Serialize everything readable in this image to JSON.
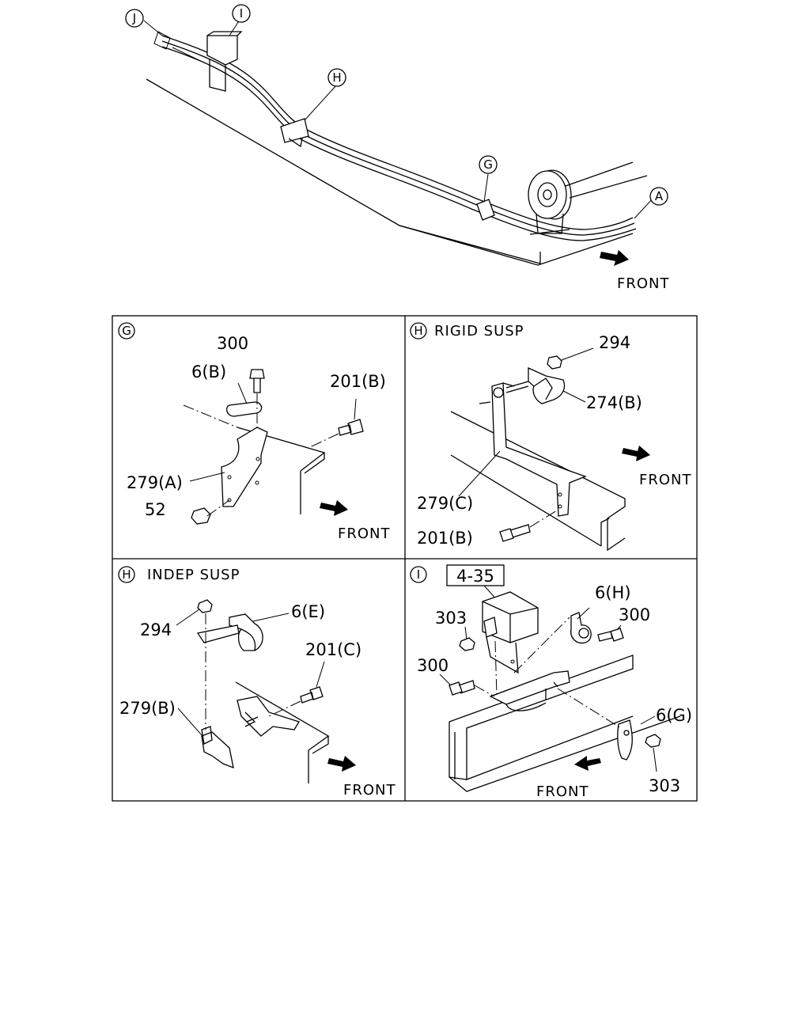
{
  "top_view": {
    "callouts": {
      "J": "J",
      "I": "I",
      "H": "H",
      "G": "G",
      "A": "A"
    },
    "front": "FRONT"
  },
  "panel_g": {
    "marker": "G",
    "title": "",
    "labels": {
      "p300": "300",
      "p6b": "6(B)",
      "p201b": "201(B)",
      "p279a": "279(A)",
      "p52": "52"
    },
    "front": "FRONT"
  },
  "panel_h_rigid": {
    "marker": "H",
    "title": "RIGID SUSP",
    "labels": {
      "p294": "294",
      "p274b": "274(B)",
      "p279c": "279(C)",
      "p201b": "201(B)"
    },
    "front": "FRONT"
  },
  "panel_h_indep": {
    "marker": "H",
    "title": "INDEP SUSP",
    "labels": {
      "p6e": "6(E)",
      "p294": "294",
      "p201c": "201(C)",
      "p279b": "279(B)"
    },
    "front": "FRONT"
  },
  "panel_i": {
    "marker": "I",
    "ref_box": "4-35",
    "labels": {
      "p6h": "6(H)",
      "p303a": "303",
      "p300a": "300",
      "p300b": "300",
      "p6g": "6(G)",
      "p303b": "303"
    },
    "front": "FRONT"
  }
}
